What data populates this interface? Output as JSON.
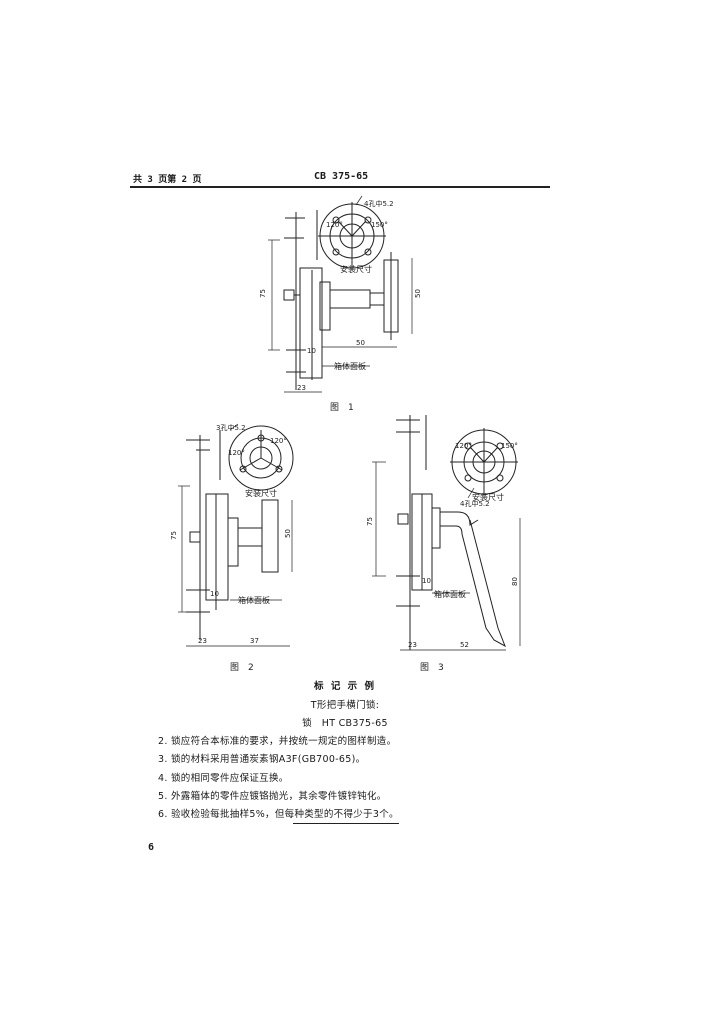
{
  "header": {
    "page_info": "共 3 页第 2 页",
    "standard_code": "CB 375-65"
  },
  "figure1": {
    "caption": "图　1",
    "hole_label": "4孔中5.2",
    "angle_left": "120°",
    "angle_right": "150°",
    "install_label": "安装尺寸",
    "dim_75": "75",
    "dim_50v": "50",
    "dim_50h": "50",
    "dim_10": "10",
    "dim_23": "23",
    "panel_label": "箱体面板"
  },
  "figure2": {
    "caption": "图　2",
    "hole_label": "3孔中5.2",
    "angle_top": "120°",
    "angle_left": "120°",
    "install_label": "安装尺寸",
    "dim_75": "75",
    "dim_50": "50",
    "dim_10": "10",
    "dim_23": "23",
    "dim_37": "37",
    "panel_label": "箱体面板"
  },
  "figure3": {
    "caption": "图　3",
    "hole_label": "4孔中5.2",
    "angle_left": "120°",
    "angle_right": "150°",
    "install_label": "安装尺寸",
    "dim_75": "75",
    "dim_80": "80",
    "dim_10": "10",
    "dim_23": "23",
    "dim_52": "52",
    "panel_label": "箱体面板"
  },
  "marking": {
    "heading": "标 记 示 例",
    "subtitle": "T形把手横门锁:",
    "example": "锁　HT CB375-65"
  },
  "items": [
    "2. 锁应符合本标准的要求，并按统一规定的图样制造。",
    "3. 锁的材料采用普通炭素钢A3F(GB700-65)。",
    "4. 锁的相同零件应保证互换。",
    "5. 外露箱体的零件应镀铬抛光，其余零件镀锌钝化。",
    "6. 验收检验每批抽样5%，但每种类型的不得少于3个。"
  ],
  "page_number": "6"
}
